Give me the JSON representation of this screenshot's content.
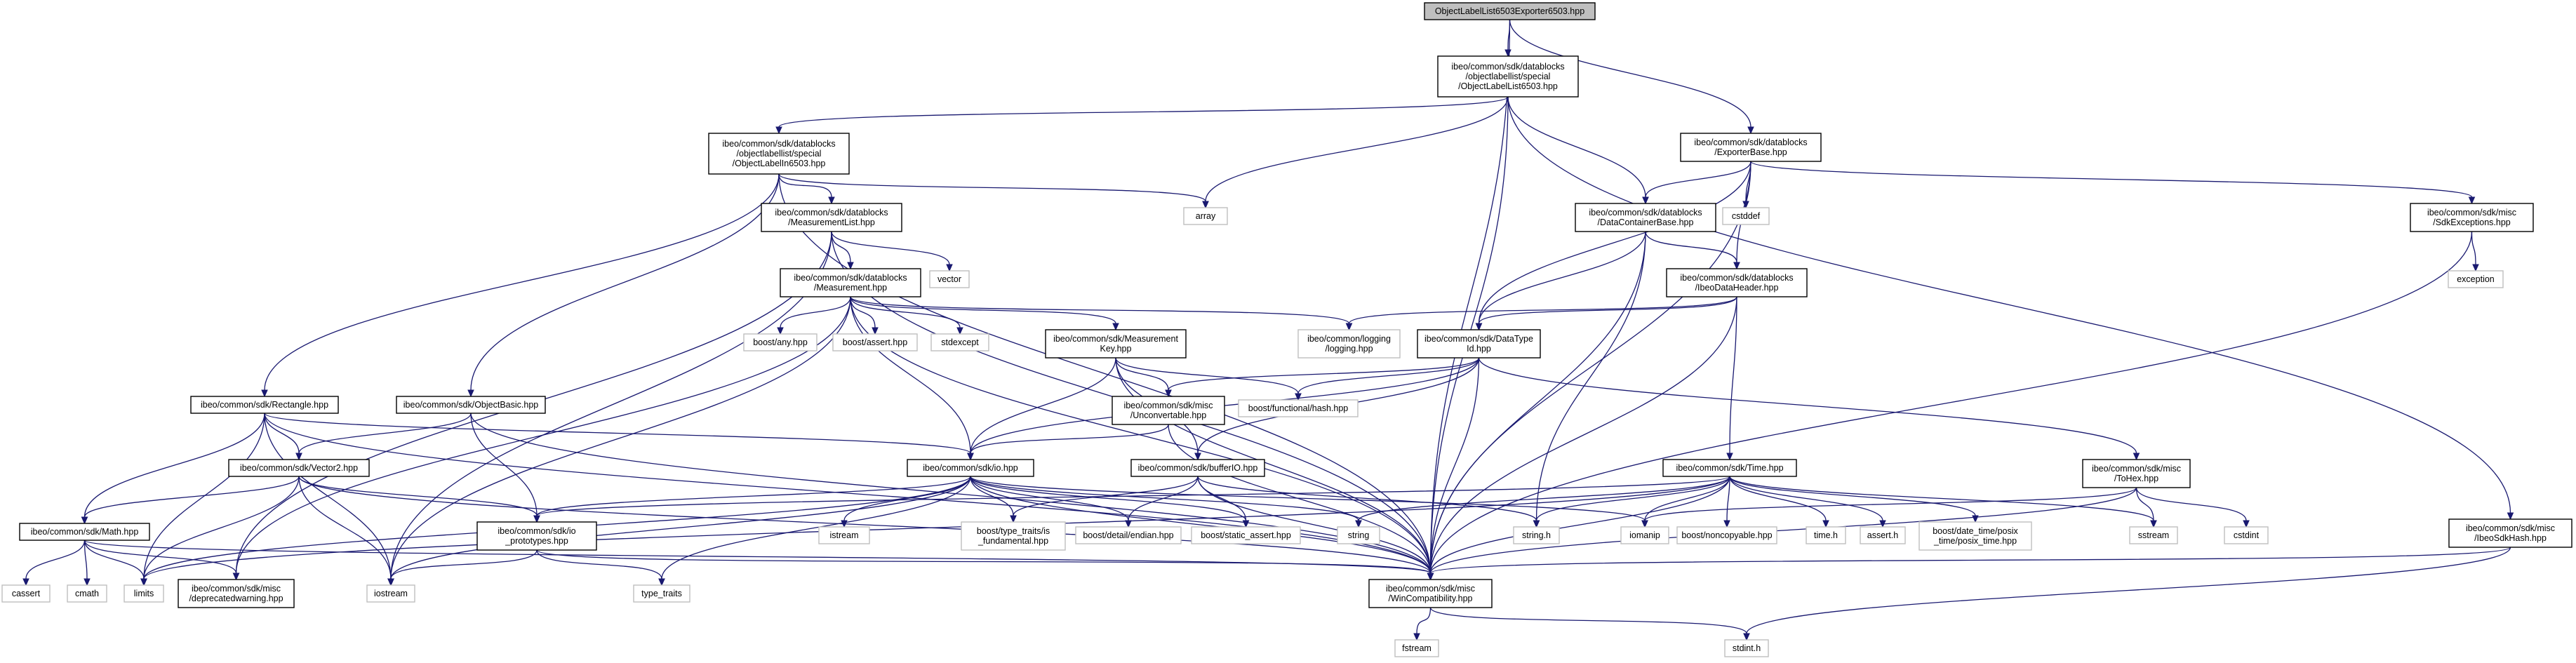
{
  "diagram": {
    "kind": "include dependency graph",
    "colors": {
      "edge": "#191970",
      "root_fill": "#bfbfbf",
      "node_fill": "#ffffff",
      "project_border": "#000000",
      "system_border": "#bfbfbf"
    },
    "nodes": [
      {
        "id": "root",
        "lines": [
          "ObjectLabelList6503Exporter6503.hpp"
        ],
        "style": "root"
      },
      {
        "id": "oll6503",
        "lines": [
          "ibeo/common/sdk/datablocks",
          "/objectlabellist/special",
          "/ObjectLabelList6503.hpp"
        ],
        "style": "project"
      },
      {
        "id": "ol6503",
        "lines": [
          "ibeo/common/sdk/datablocks",
          "/objectlabellist/special",
          "/ObjectLabelIn6503.hpp"
        ],
        "style": "project"
      },
      {
        "id": "exporterbase",
        "lines": [
          "ibeo/common/sdk/datablocks",
          "/ExporterBase.hpp"
        ],
        "style": "project"
      },
      {
        "id": "measlist",
        "lines": [
          "ibeo/common/sdk/datablocks",
          "/MeasurementList.hpp"
        ],
        "style": "project"
      },
      {
        "id": "array",
        "lines": [
          "array"
        ],
        "style": "system"
      },
      {
        "id": "dcbase",
        "lines": [
          "ibeo/common/sdk/datablocks",
          "/DataContainerBase.hpp"
        ],
        "style": "project"
      },
      {
        "id": "cstddef",
        "lines": [
          "cstddef"
        ],
        "style": "system"
      },
      {
        "id": "sdkexc",
        "lines": [
          "ibeo/common/sdk/misc",
          "/SdkExceptions.hpp"
        ],
        "style": "project"
      },
      {
        "id": "vector",
        "lines": [
          "vector"
        ],
        "style": "system"
      },
      {
        "id": "measurement",
        "lines": [
          "ibeo/common/sdk/datablocks",
          "/Measurement.hpp"
        ],
        "style": "project"
      },
      {
        "id": "ibeodh",
        "lines": [
          "ibeo/common/sdk/datablocks",
          "/IbeoDataHeader.hpp"
        ],
        "style": "project"
      },
      {
        "id": "exception",
        "lines": [
          "exception"
        ],
        "style": "system"
      },
      {
        "id": "boostany",
        "lines": [
          "boost/any.hpp"
        ],
        "style": "system"
      },
      {
        "id": "boostassert",
        "lines": [
          "boost/assert.hpp"
        ],
        "style": "system"
      },
      {
        "id": "stdexcept",
        "lines": [
          "stdexcept"
        ],
        "style": "system"
      },
      {
        "id": "measkey",
        "lines": [
          "ibeo/common/sdk/Measurement",
          "Key.hpp"
        ],
        "style": "project"
      },
      {
        "id": "logging",
        "lines": [
          "ibeo/common/logging",
          "/logging.hpp"
        ],
        "style": "system"
      },
      {
        "id": "datatypeid",
        "lines": [
          "ibeo/common/sdk/DataType",
          "Id.hpp"
        ],
        "style": "project"
      },
      {
        "id": "rectangle",
        "lines": [
          "ibeo/common/sdk/Rectangle.hpp"
        ],
        "style": "project"
      },
      {
        "id": "objectbasic",
        "lines": [
          "ibeo/common/sdk/ObjectBasic.hpp"
        ],
        "style": "project"
      },
      {
        "id": "unconvertable",
        "lines": [
          "ibeo/common/sdk/misc",
          "/Unconvertable.hpp"
        ],
        "style": "project"
      },
      {
        "id": "functionalhash",
        "lines": [
          "boost/functional/hash.hpp"
        ],
        "style": "system"
      },
      {
        "id": "vector2",
        "lines": [
          "ibeo/common/sdk/Vector2.hpp"
        ],
        "style": "project"
      },
      {
        "id": "io",
        "lines": [
          "ibeo/common/sdk/io.hpp"
        ],
        "style": "project"
      },
      {
        "id": "bufferio",
        "lines": [
          "ibeo/common/sdk/bufferIO.hpp"
        ],
        "style": "project"
      },
      {
        "id": "time",
        "lines": [
          "ibeo/common/sdk/Time.hpp"
        ],
        "style": "project"
      },
      {
        "id": "tohex",
        "lines": [
          "ibeo/common/sdk/misc",
          "/ToHex.hpp"
        ],
        "style": "project"
      },
      {
        "id": "math",
        "lines": [
          "ibeo/common/sdk/Math.hpp"
        ],
        "style": "project"
      },
      {
        "id": "ioproto",
        "lines": [
          "ibeo/common/sdk/io",
          "_prototypes.hpp"
        ],
        "style": "project"
      },
      {
        "id": "istream",
        "lines": [
          "istream"
        ],
        "style": "system"
      },
      {
        "id": "typetraitsis",
        "lines": [
          "boost/type_traits/is",
          "_fundamental.hpp"
        ],
        "style": "system"
      },
      {
        "id": "endian",
        "lines": [
          "boost/detail/endian.hpp"
        ],
        "style": "system"
      },
      {
        "id": "staticassert",
        "lines": [
          "boost/static_assert.hpp"
        ],
        "style": "system"
      },
      {
        "id": "string",
        "lines": [
          "string"
        ],
        "style": "system"
      },
      {
        "id": "stringh",
        "lines": [
          "string.h"
        ],
        "style": "system"
      },
      {
        "id": "iomanip",
        "lines": [
          "iomanip"
        ],
        "style": "system"
      },
      {
        "id": "noncopyable",
        "lines": [
          "boost/noncopyable.hpp"
        ],
        "style": "system"
      },
      {
        "id": "timeh",
        "lines": [
          "time.h"
        ],
        "style": "system"
      },
      {
        "id": "asserth",
        "lines": [
          "assert.h"
        ],
        "style": "system"
      },
      {
        "id": "posixtime",
        "lines": [
          "boost/date_time/posix",
          "_time/posix_time.hpp"
        ],
        "style": "system"
      },
      {
        "id": "sstream",
        "lines": [
          "sstream"
        ],
        "style": "system"
      },
      {
        "id": "cstdint",
        "lines": [
          "cstdint"
        ],
        "style": "system"
      },
      {
        "id": "sdkhash",
        "lines": [
          "ibeo/common/sdk/misc",
          "/IbeoSdkHash.hpp"
        ],
        "style": "project"
      },
      {
        "id": "cassert",
        "lines": [
          "cassert"
        ],
        "style": "system"
      },
      {
        "id": "cmath",
        "lines": [
          "cmath"
        ],
        "style": "system"
      },
      {
        "id": "limits",
        "lines": [
          "limits"
        ],
        "style": "system"
      },
      {
        "id": "deprecated",
        "lines": [
          "ibeo/common/sdk/misc",
          "/deprecatedwarning.hpp"
        ],
        "style": "project"
      },
      {
        "id": "iostream",
        "lines": [
          "iostream"
        ],
        "style": "system"
      },
      {
        "id": "typetraits",
        "lines": [
          "type_traits"
        ],
        "style": "system"
      },
      {
        "id": "wincompat",
        "lines": [
          "ibeo/common/sdk/misc",
          "/WinCompatibility.hpp"
        ],
        "style": "project"
      },
      {
        "id": "fstream",
        "lines": [
          "fstream"
        ],
        "style": "system"
      },
      {
        "id": "stdinth",
        "lines": [
          "stdint.h"
        ],
        "style": "system"
      }
    ],
    "edges": [
      [
        "root",
        "oll6503"
      ],
      [
        "root",
        "exporterbase"
      ],
      [
        "root",
        "wincompat"
      ],
      [
        "oll6503",
        "ol6503"
      ],
      [
        "oll6503",
        "array"
      ],
      [
        "oll6503",
        "dcbase"
      ],
      [
        "oll6503",
        "wincompat"
      ],
      [
        "oll6503",
        "sdkhash"
      ],
      [
        "ol6503",
        "measlist"
      ],
      [
        "ol6503",
        "array"
      ],
      [
        "ol6503",
        "rectangle"
      ],
      [
        "ol6503",
        "objectbasic"
      ],
      [
        "ol6503",
        "wincompat"
      ],
      [
        "exporterbase",
        "dcbase"
      ],
      [
        "exporterbase",
        "cstddef"
      ],
      [
        "exporterbase",
        "sdkexc"
      ],
      [
        "exporterbase",
        "ibeodh"
      ],
      [
        "exporterbase",
        "datatypeid"
      ],
      [
        "exporterbase",
        "wincompat"
      ],
      [
        "measlist",
        "vector"
      ],
      [
        "measlist",
        "measurement"
      ],
      [
        "measlist",
        "iostream"
      ],
      [
        "measlist",
        "deprecated"
      ],
      [
        "measlist",
        "wincompat"
      ],
      [
        "dcbase",
        "ibeodh"
      ],
      [
        "dcbase",
        "datatypeid"
      ],
      [
        "dcbase",
        "stringh"
      ],
      [
        "dcbase",
        "wincompat"
      ],
      [
        "sdkexc",
        "exception"
      ],
      [
        "sdkexc",
        "wincompat"
      ],
      [
        "measurement",
        "boostany"
      ],
      [
        "measurement",
        "boostassert"
      ],
      [
        "measurement",
        "stdexcept"
      ],
      [
        "measurement",
        "measkey"
      ],
      [
        "measurement",
        "logging"
      ],
      [
        "measurement",
        "iostream"
      ],
      [
        "measurement",
        "deprecated"
      ],
      [
        "measurement",
        "io"
      ],
      [
        "measurement",
        "wincompat"
      ],
      [
        "ibeodh",
        "logging"
      ],
      [
        "ibeodh",
        "datatypeid"
      ],
      [
        "ibeodh",
        "time"
      ],
      [
        "ibeodh",
        "wincompat"
      ],
      [
        "measkey",
        "functionalhash"
      ],
      [
        "measkey",
        "unconvertable"
      ],
      [
        "measkey",
        "io"
      ],
      [
        "measkey",
        "bufferio"
      ],
      [
        "measkey",
        "wincompat"
      ],
      [
        "datatypeid",
        "unconvertable"
      ],
      [
        "datatypeid",
        "functionalhash"
      ],
      [
        "datatypeid",
        "io"
      ],
      [
        "datatypeid",
        "bufferio"
      ],
      [
        "datatypeid",
        "tohex"
      ],
      [
        "datatypeid",
        "wincompat"
      ],
      [
        "rectangle",
        "vector2"
      ],
      [
        "rectangle",
        "math"
      ],
      [
        "rectangle",
        "io"
      ],
      [
        "rectangle",
        "limits"
      ],
      [
        "rectangle",
        "iostream"
      ],
      [
        "rectangle",
        "wincompat"
      ],
      [
        "objectbasic",
        "vector2"
      ],
      [
        "objectbasic",
        "ioproto"
      ],
      [
        "objectbasic",
        "wincompat"
      ],
      [
        "unconvertable",
        "io"
      ],
      [
        "unconvertable",
        "wincompat"
      ],
      [
        "vector2",
        "math"
      ],
      [
        "vector2",
        "ioproto"
      ],
      [
        "vector2",
        "limits"
      ],
      [
        "vector2",
        "iostream"
      ],
      [
        "vector2",
        "wincompat"
      ],
      [
        "io",
        "ioproto"
      ],
      [
        "io",
        "istream"
      ],
      [
        "io",
        "typetraitsis"
      ],
      [
        "io",
        "endian"
      ],
      [
        "io",
        "staticassert"
      ],
      [
        "io",
        "string"
      ],
      [
        "io",
        "iomanip"
      ],
      [
        "io",
        "typetraits"
      ],
      [
        "io",
        "iostream"
      ],
      [
        "io",
        "limits"
      ],
      [
        "io",
        "wincompat"
      ],
      [
        "bufferio",
        "typetraitsis"
      ],
      [
        "bufferio",
        "endian"
      ],
      [
        "bufferio",
        "staticassert"
      ],
      [
        "bufferio",
        "stringh"
      ],
      [
        "bufferio",
        "wincompat"
      ],
      [
        "time",
        "ioproto"
      ],
      [
        "time",
        "string"
      ],
      [
        "time",
        "stringh"
      ],
      [
        "time",
        "iomanip"
      ],
      [
        "time",
        "noncopyable"
      ],
      [
        "time",
        "timeh"
      ],
      [
        "time",
        "asserth"
      ],
      [
        "time",
        "posixtime"
      ],
      [
        "time",
        "sstream"
      ],
      [
        "time",
        "limits"
      ],
      [
        "time",
        "wincompat"
      ],
      [
        "tohex",
        "iomanip"
      ],
      [
        "tohex",
        "sstream"
      ],
      [
        "tohex",
        "cstdint"
      ],
      [
        "tohex",
        "wincompat"
      ],
      [
        "math",
        "cassert"
      ],
      [
        "math",
        "cmath"
      ],
      [
        "math",
        "limits"
      ],
      [
        "math",
        "deprecated"
      ],
      [
        "math",
        "wincompat"
      ],
      [
        "ioproto",
        "iostream"
      ],
      [
        "ioproto",
        "typetraits"
      ],
      [
        "ioproto",
        "wincompat"
      ],
      [
        "sdkhash",
        "stdinth"
      ],
      [
        "sdkhash",
        "wincompat"
      ],
      [
        "wincompat",
        "fstream"
      ],
      [
        "wincompat",
        "stdinth"
      ]
    ]
  }
}
